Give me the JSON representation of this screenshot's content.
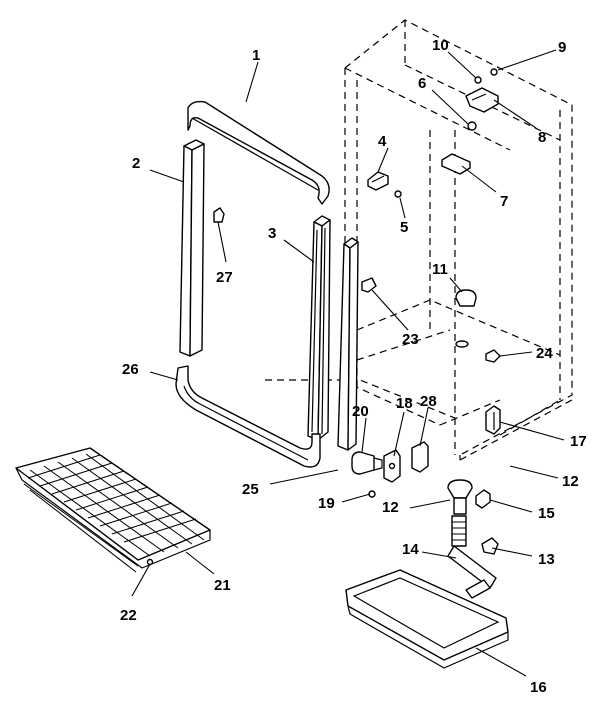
{
  "diagram": {
    "callouts": [
      "1",
      "2",
      "3",
      "4",
      "5",
      "6",
      "7",
      "8",
      "9",
      "10",
      "11",
      "12",
      "12",
      "13",
      "14",
      "15",
      "16",
      "17",
      "18",
      "19",
      "20",
      "21",
      "22",
      "23",
      "24",
      "25",
      "26",
      "27",
      "28"
    ]
  }
}
